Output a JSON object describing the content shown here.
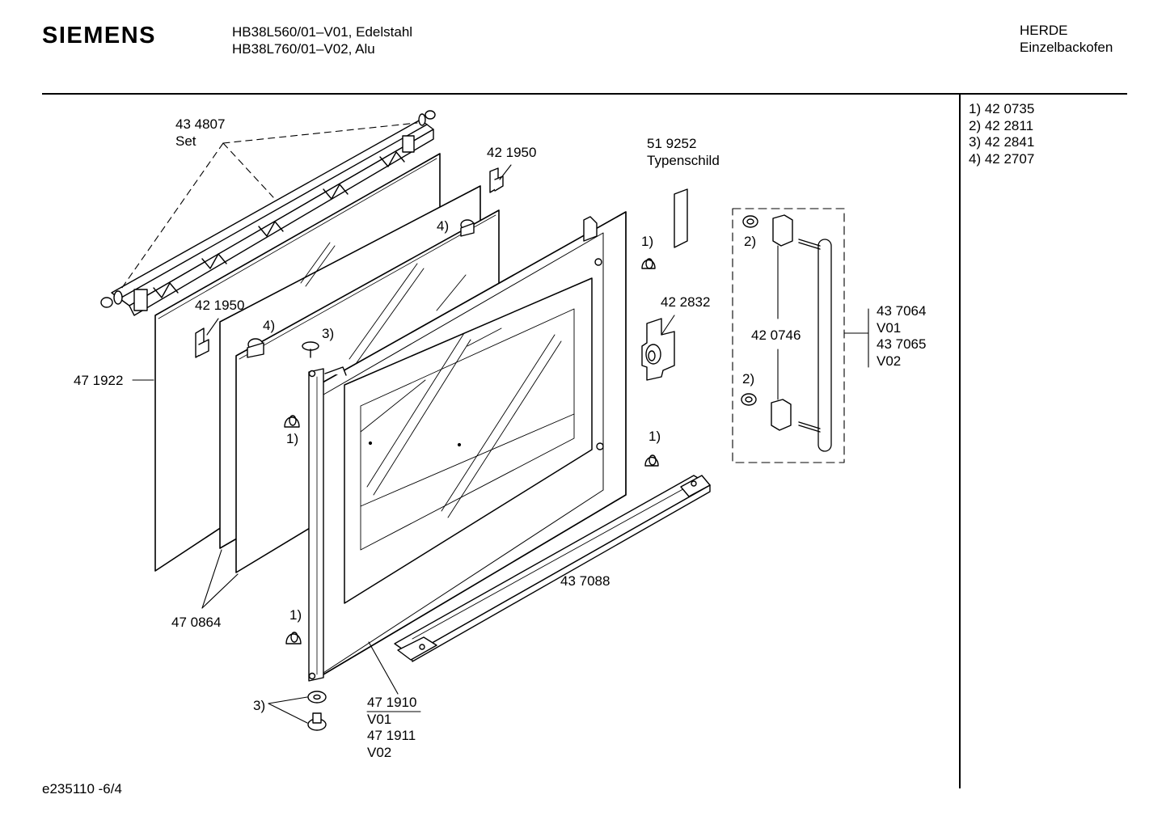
{
  "header": {
    "brand": "SIEMENS",
    "models": [
      "HB38L560/01–V01, Edelstahl",
      "HB38L760/01–V02, Alu"
    ],
    "category": [
      "HERDE",
      "Einzelbackofen"
    ]
  },
  "legend": [
    "1) 42 0735",
    "2) 42 2811",
    "3) 42 2841",
    "4) 42 2707"
  ],
  "footer": {
    "code": "e235110 -6/4"
  },
  "parts": {
    "set": [
      "43 4807",
      "Set"
    ],
    "clip_top": "42 1950",
    "clip_left": "42 1950",
    "rating_plate": [
      "51 9252",
      "Typenschild"
    ],
    "hinge_bracket": "42 2832",
    "handle_mount": "42 0746",
    "handle": [
      "43 7064",
      "V01",
      "43 7065",
      "V02"
    ],
    "glass_inner": "47 1922",
    "glass_middle": "47 0864",
    "bottom_rail": "43 7088",
    "door_front": [
      "47 1910",
      "V01",
      "47 1911",
      "V02"
    ]
  },
  "callouts": {
    "ref1_a": "1)",
    "ref1_b": "1)",
    "ref1_c": "1)",
    "ref1_d": "1)",
    "ref2_a": "2)",
    "ref2_b": "2)",
    "ref3_a": "3)",
    "ref3_b": "3)",
    "ref4_a": "4)",
    "ref4_b": "4)"
  }
}
